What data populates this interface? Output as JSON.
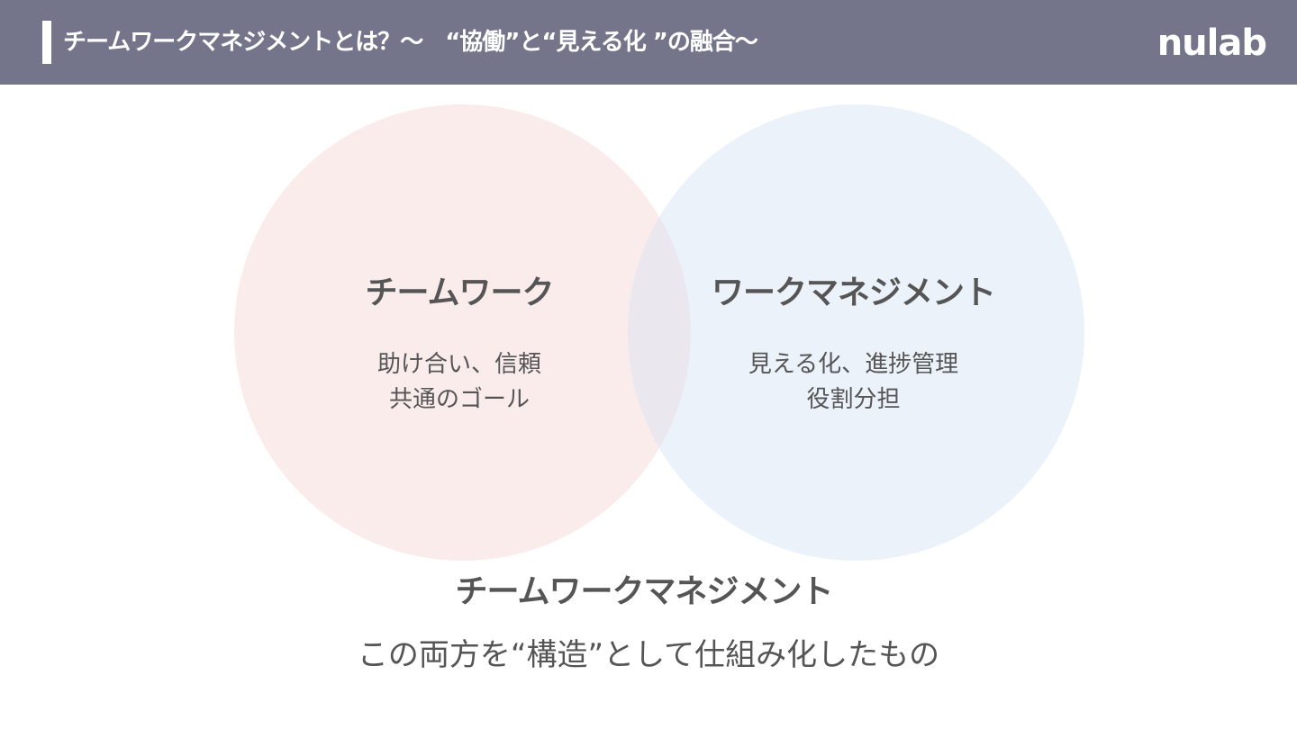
{
  "header": {
    "title": "チームワークマネジメントとは？〜　“協働”と“見える化 ”の融合〜",
    "logo": "nulab",
    "background_color": "#74758a"
  },
  "diagram": {
    "left": {
      "label": "チームワーク",
      "desc_line1": "助け合い、信頼",
      "desc_line2": "共通のゴール",
      "color": "#f8dfdf"
    },
    "right": {
      "label": "ワークマネジメント",
      "desc_line1": "見える化、進捗管理",
      "desc_line2": "役割分担",
      "color": "#d4e2f4"
    }
  },
  "footer": {
    "title": "チームワークマネジメント",
    "subtitle": "この両方を“構造”として仕組み化したもの"
  }
}
